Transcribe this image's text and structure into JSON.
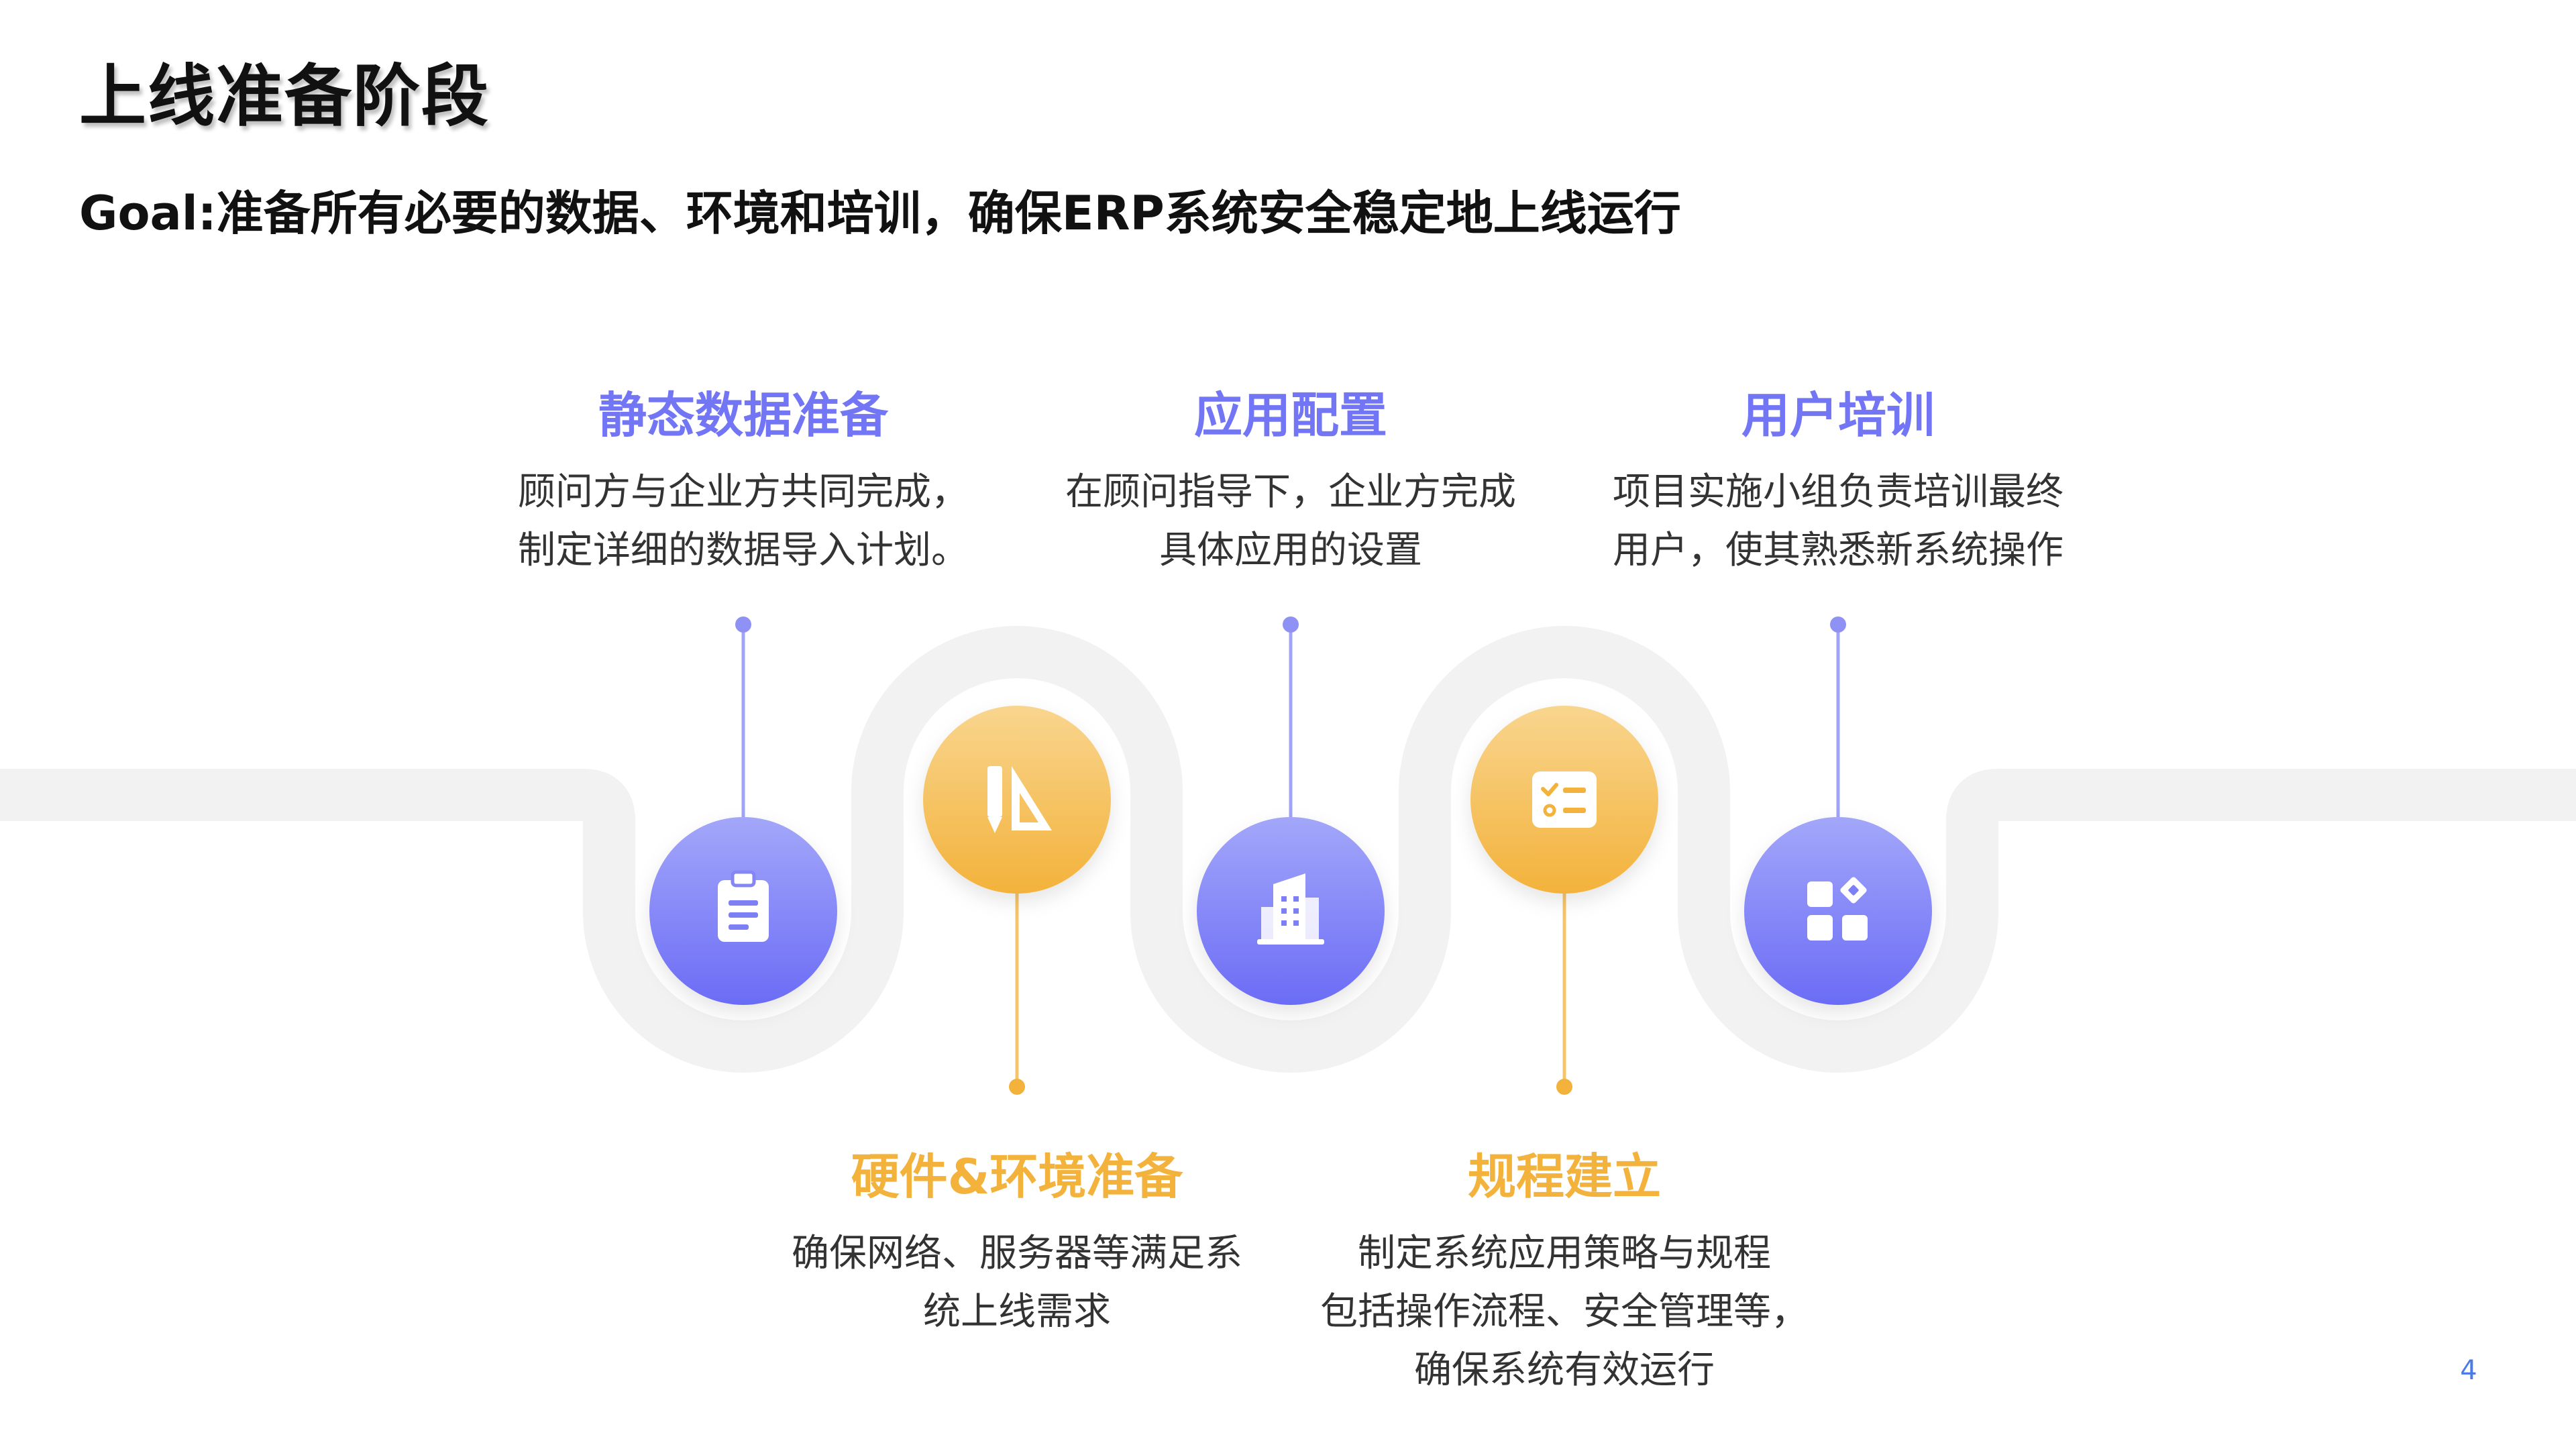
{
  "slide": {
    "title": "上线准备阶段",
    "goal": "Goal:准备所有必要的数据、环境和培训，确保ERP系统安全稳定地上线运行",
    "page_number": "4"
  },
  "colors": {
    "purple_accent": "#7275f4",
    "orange_accent": "#f3b23b",
    "road": "#f2f2f2",
    "page_number": "#4a7be8"
  },
  "steps": [
    {
      "title": "静态数据准备",
      "desc": [
        "顾问方与企业方共同完成，",
        "制定详细的数据导入计划。"
      ],
      "icon": "clipboard-icon",
      "color": "purple"
    },
    {
      "title": "硬件&环境准备",
      "desc": [
        "确保网络、服务器等满足系",
        "统上线需求"
      ],
      "icon": "ruler-pencil-icon",
      "color": "orange"
    },
    {
      "title": "应用配置",
      "desc": [
        "在顾问指导下，企业方完成",
        "具体应用的设置"
      ],
      "icon": "building-icon",
      "color": "purple"
    },
    {
      "title": "规程建立",
      "desc": [
        "制定系统应用策略与规程",
        "包括操作流程、安全管理等，",
        "确保系统有效运行"
      ],
      "icon": "checklist-icon",
      "color": "orange"
    },
    {
      "title": "用户培训",
      "desc": [
        "项目实施小组负责培训最终",
        "用户，使其熟悉新系统操作"
      ],
      "icon": "apps-icon",
      "color": "purple"
    }
  ]
}
